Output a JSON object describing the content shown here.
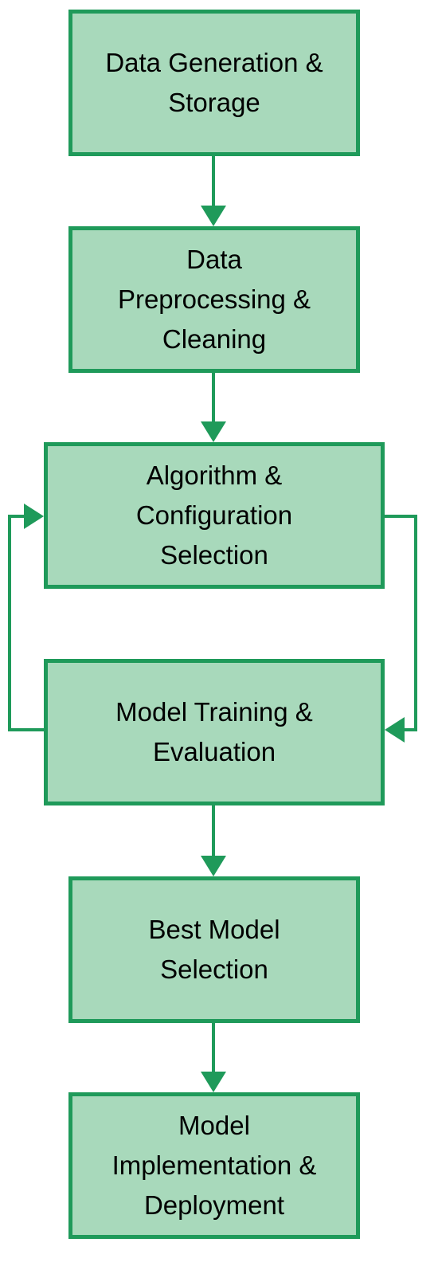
{
  "colors": {
    "box_fill": "#a8d9bb",
    "box_border": "#1f9a5a",
    "arrow": "#1f9a5a",
    "text": "#000000"
  },
  "steps": [
    {
      "label": "Data Generation &\nStorage"
    },
    {
      "label": "Data\nPreprocessing &\nCleaning"
    },
    {
      "label": "Algorithm &\nConfiguration\nSelection"
    },
    {
      "label": "Model Training &\nEvaluation"
    },
    {
      "label": "Best Model\nSelection"
    },
    {
      "label": "Model\nImplementation &\nDeployment"
    }
  ]
}
